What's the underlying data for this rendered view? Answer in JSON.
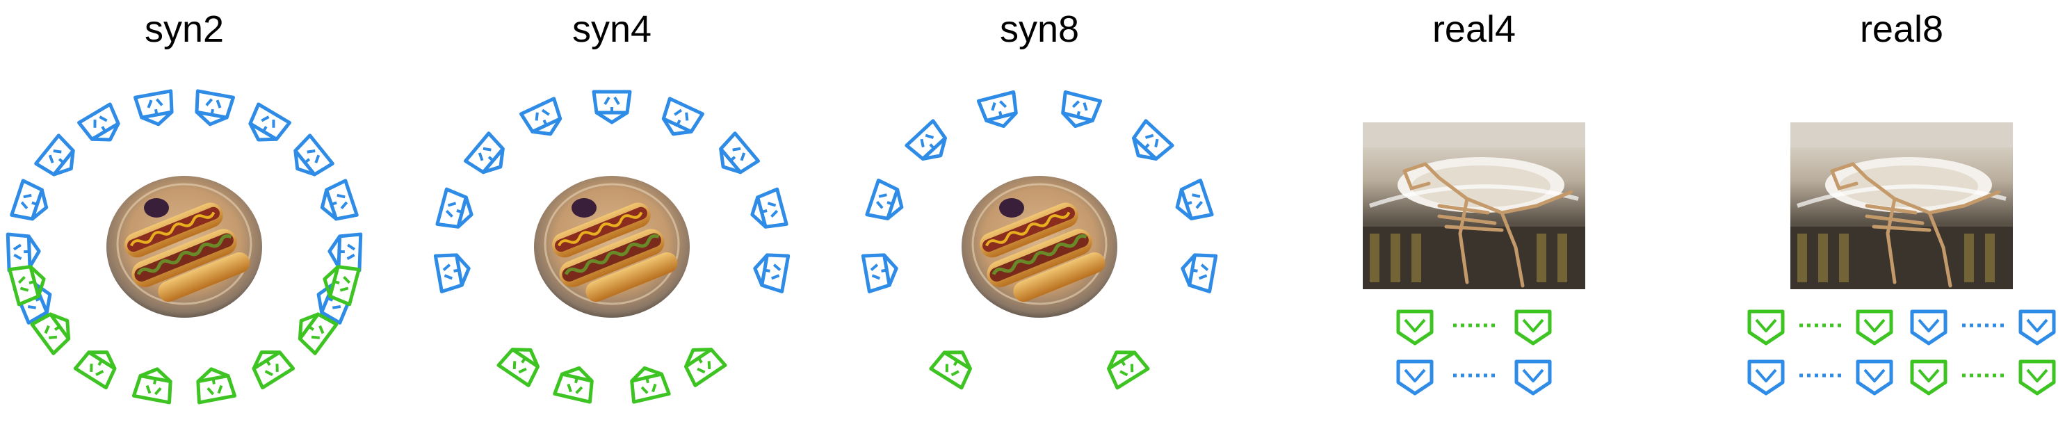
{
  "colors": {
    "training_camera": "#2e8be6",
    "test_camera": "#3ec422",
    "background": "#ffffff"
  },
  "panels": [
    {
      "title": "syn2",
      "scene": "hotdog-plate",
      "layout": "ring",
      "train_count": 12,
      "test_count": 8
    },
    {
      "title": "syn4",
      "scene": "hotdog-plate",
      "layout": "ring",
      "train_count": 9,
      "test_count": 4
    },
    {
      "title": "syn8",
      "scene": "hotdog-plate",
      "layout": "ring",
      "train_count": 8,
      "test_count": 2
    },
    {
      "title": "real4",
      "scene": "trex-skeleton-atrium",
      "layout": "rows",
      "rows": [
        [
          "test",
          "dots",
          "test"
        ],
        [
          "train",
          "dots",
          "train"
        ]
      ]
    },
    {
      "title": "real8",
      "scene": "trex-skeleton-atrium",
      "layout": "rows",
      "rows": [
        [
          "test",
          "dots",
          "test",
          "train",
          "dots",
          "train"
        ],
        [
          "train",
          "dots",
          "train",
          "test",
          "dots",
          "test"
        ]
      ]
    }
  ]
}
